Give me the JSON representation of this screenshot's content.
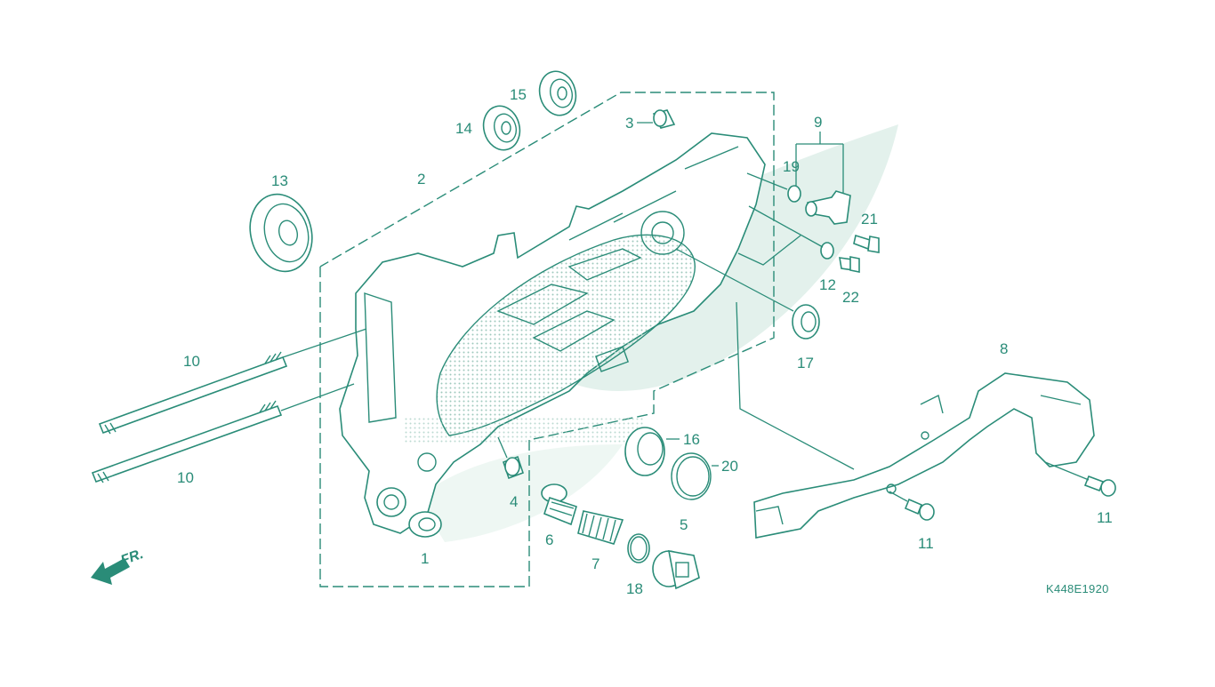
{
  "diagram": {
    "code": "K448E1920",
    "direction_label": "FR.",
    "colors": {
      "line": "#2a8c78",
      "watermark": "#e3f1ec",
      "dots": "#9fc9bd"
    },
    "callouts": [
      {
        "id": "1",
        "text": "1"
      },
      {
        "id": "2",
        "text": "2"
      },
      {
        "id": "3",
        "text": "3"
      },
      {
        "id": "4",
        "text": "4"
      },
      {
        "id": "5",
        "text": "5"
      },
      {
        "id": "6",
        "text": "6"
      },
      {
        "id": "7",
        "text": "7"
      },
      {
        "id": "8",
        "text": "8"
      },
      {
        "id": "9",
        "text": "9"
      },
      {
        "id": "10a",
        "text": "10"
      },
      {
        "id": "10b",
        "text": "10"
      },
      {
        "id": "11a",
        "text": "11"
      },
      {
        "id": "11b",
        "text": "11"
      },
      {
        "id": "12",
        "text": "12"
      },
      {
        "id": "13",
        "text": "13"
      },
      {
        "id": "14",
        "text": "14"
      },
      {
        "id": "15",
        "text": "15"
      },
      {
        "id": "16",
        "text": "16"
      },
      {
        "id": "17",
        "text": "17"
      },
      {
        "id": "18",
        "text": "18"
      },
      {
        "id": "19",
        "text": "19"
      },
      {
        "id": "20",
        "text": "20"
      },
      {
        "id": "21",
        "text": "21"
      },
      {
        "id": "22",
        "text": "22"
      }
    ]
  }
}
